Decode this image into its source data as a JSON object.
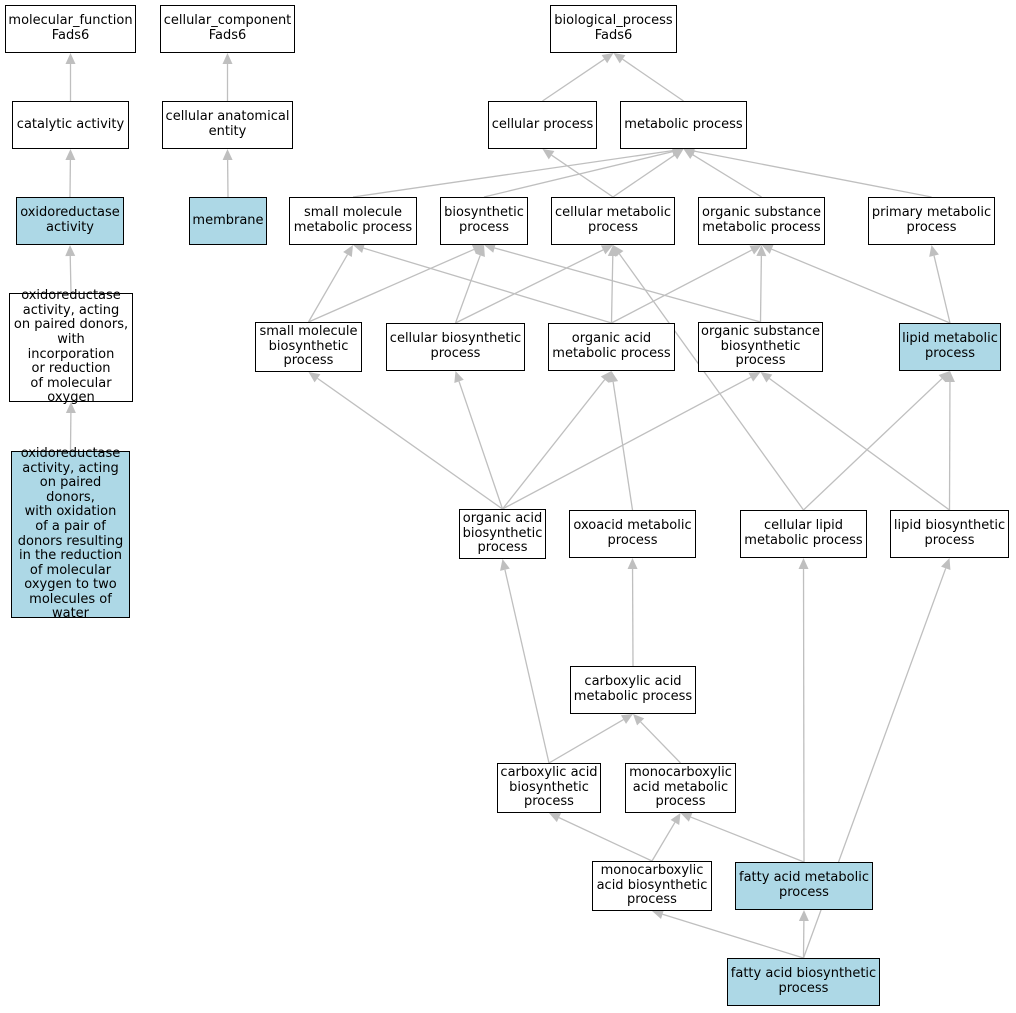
{
  "colors": {
    "highlight": "#add8e6",
    "node_border": "#000000",
    "edge": "#bfbfbf",
    "node_fill": "#ffffff"
  },
  "nodes": {
    "mf_root": {
      "label": "molecular_function\nFads6"
    },
    "cc_root": {
      "label": "cellular_component\nFads6"
    },
    "bp_root": {
      "label": "biological_process\nFads6"
    },
    "catalytic_activity": {
      "label": "catalytic activity"
    },
    "cellular_anatomical_entity": {
      "label": "cellular anatomical\nentity"
    },
    "cellular_process": {
      "label": "cellular process"
    },
    "metabolic_process": {
      "label": "metabolic process"
    },
    "oxidoreductase_activity": {
      "label": "oxidoreductase\nactivity",
      "highlighted": true
    },
    "membrane": {
      "label": "membrane",
      "highlighted": true
    },
    "small_molecule_metabolic_process": {
      "label": "small molecule\nmetabolic process"
    },
    "biosynthetic_process": {
      "label": "biosynthetic\nprocess"
    },
    "cellular_metabolic_process": {
      "label": "cellular metabolic\nprocess"
    },
    "organic_substance_metabolic_process": {
      "label": "organic substance\nmetabolic process"
    },
    "primary_metabolic_process": {
      "label": "primary metabolic\nprocess"
    },
    "oxidoreductase_incorporation": {
      "label": "oxidoreductase\nactivity, acting\non paired donors,\nwith incorporation\nor reduction\nof molecular\noxygen"
    },
    "small_molecule_biosynthetic_process": {
      "label": "small molecule\nbiosynthetic\nprocess"
    },
    "cellular_biosynthetic_process": {
      "label": "cellular biosynthetic\nprocess"
    },
    "organic_acid_metabolic_process": {
      "label": "organic acid\nmetabolic process"
    },
    "organic_substance_biosynthetic_process": {
      "label": "organic substance\nbiosynthetic\nprocess"
    },
    "lipid_metabolic_process": {
      "label": "lipid metabolic\nprocess",
      "highlighted": true
    },
    "oxidoreductase_oxidation": {
      "label": "oxidoreductase\nactivity, acting\non paired donors,\nwith oxidation\nof a pair of\ndonors resulting\nin the reduction\nof molecular\noxygen to two\nmolecules of\nwater",
      "highlighted": true
    },
    "organic_acid_biosynthetic_process": {
      "label": "organic acid\nbiosynthetic\nprocess"
    },
    "oxoacid_metabolic_process": {
      "label": "oxoacid metabolic\nprocess"
    },
    "cellular_lipid_metabolic_process": {
      "label": "cellular lipid\nmetabolic process"
    },
    "lipid_biosynthetic_process": {
      "label": "lipid biosynthetic\nprocess"
    },
    "carboxylic_acid_metabolic_process": {
      "label": "carboxylic acid\nmetabolic process"
    },
    "carboxylic_acid_biosynthetic_process": {
      "label": "carboxylic acid\nbiosynthetic\nprocess"
    },
    "monocarboxylic_acid_metabolic_process": {
      "label": "monocarboxylic\nacid metabolic\nprocess"
    },
    "monocarboxylic_acid_biosynthetic_process": {
      "label": "monocarboxylic\nacid biosynthetic\nprocess"
    },
    "fatty_acid_metabolic_process": {
      "label": "fatty acid metabolic\nprocess",
      "highlighted": true
    },
    "fatty_acid_biosynthetic_process": {
      "label": "fatty acid biosynthetic\nprocess",
      "highlighted": true
    }
  },
  "edges": [
    [
      "catalytic_activity",
      "mf_root"
    ],
    [
      "oxidoreductase_activity",
      "catalytic_activity"
    ],
    [
      "oxidoreductase_incorporation",
      "oxidoreductase_activity"
    ],
    [
      "oxidoreductase_oxidation",
      "oxidoreductase_incorporation"
    ],
    [
      "cellular_anatomical_entity",
      "cc_root"
    ],
    [
      "membrane",
      "cellular_anatomical_entity"
    ],
    [
      "cellular_process",
      "bp_root"
    ],
    [
      "metabolic_process",
      "bp_root"
    ],
    [
      "small_molecule_metabolic_process",
      "metabolic_process"
    ],
    [
      "biosynthetic_process",
      "metabolic_process"
    ],
    [
      "cellular_metabolic_process",
      "metabolic_process"
    ],
    [
      "cellular_metabolic_process",
      "cellular_process"
    ],
    [
      "organic_substance_metabolic_process",
      "metabolic_process"
    ],
    [
      "primary_metabolic_process",
      "metabolic_process"
    ],
    [
      "small_molecule_biosynthetic_process",
      "small_molecule_metabolic_process"
    ],
    [
      "small_molecule_biosynthetic_process",
      "biosynthetic_process"
    ],
    [
      "cellular_biosynthetic_process",
      "biosynthetic_process"
    ],
    [
      "cellular_biosynthetic_process",
      "cellular_metabolic_process"
    ],
    [
      "organic_acid_metabolic_process",
      "small_molecule_metabolic_process"
    ],
    [
      "organic_acid_metabolic_process",
      "cellular_metabolic_process"
    ],
    [
      "organic_acid_metabolic_process",
      "organic_substance_metabolic_process"
    ],
    [
      "organic_substance_biosynthetic_process",
      "biosynthetic_process"
    ],
    [
      "organic_substance_biosynthetic_process",
      "organic_substance_metabolic_process"
    ],
    [
      "lipid_metabolic_process",
      "organic_substance_metabolic_process"
    ],
    [
      "lipid_metabolic_process",
      "primary_metabolic_process"
    ],
    [
      "organic_acid_biosynthetic_process",
      "small_molecule_biosynthetic_process"
    ],
    [
      "organic_acid_biosynthetic_process",
      "cellular_biosynthetic_process"
    ],
    [
      "organic_acid_biosynthetic_process",
      "organic_acid_metabolic_process"
    ],
    [
      "organic_acid_biosynthetic_process",
      "organic_substance_biosynthetic_process"
    ],
    [
      "oxoacid_metabolic_process",
      "organic_acid_metabolic_process"
    ],
    [
      "cellular_lipid_metabolic_process",
      "cellular_metabolic_process"
    ],
    [
      "cellular_lipid_metabolic_process",
      "lipid_metabolic_process"
    ],
    [
      "lipid_biosynthetic_process",
      "organic_substance_biosynthetic_process"
    ],
    [
      "lipid_biosynthetic_process",
      "lipid_metabolic_process"
    ],
    [
      "carboxylic_acid_metabolic_process",
      "oxoacid_metabolic_process"
    ],
    [
      "carboxylic_acid_biosynthetic_process",
      "carboxylic_acid_metabolic_process"
    ],
    [
      "carboxylic_acid_biosynthetic_process",
      "organic_acid_biosynthetic_process"
    ],
    [
      "monocarboxylic_acid_metabolic_process",
      "carboxylic_acid_metabolic_process"
    ],
    [
      "monocarboxylic_acid_biosynthetic_process",
      "carboxylic_acid_biosynthetic_process"
    ],
    [
      "monocarboxylic_acid_biosynthetic_process",
      "monocarboxylic_acid_metabolic_process"
    ],
    [
      "fatty_acid_metabolic_process",
      "monocarboxylic_acid_metabolic_process"
    ],
    [
      "fatty_acid_metabolic_process",
      "cellular_lipid_metabolic_process"
    ],
    [
      "fatty_acid_biosynthetic_process",
      "monocarboxylic_acid_biosynthetic_process"
    ],
    [
      "fatty_acid_biosynthetic_process",
      "fatty_acid_metabolic_process"
    ],
    [
      "fatty_acid_biosynthetic_process",
      "lipid_biosynthetic_process"
    ]
  ]
}
